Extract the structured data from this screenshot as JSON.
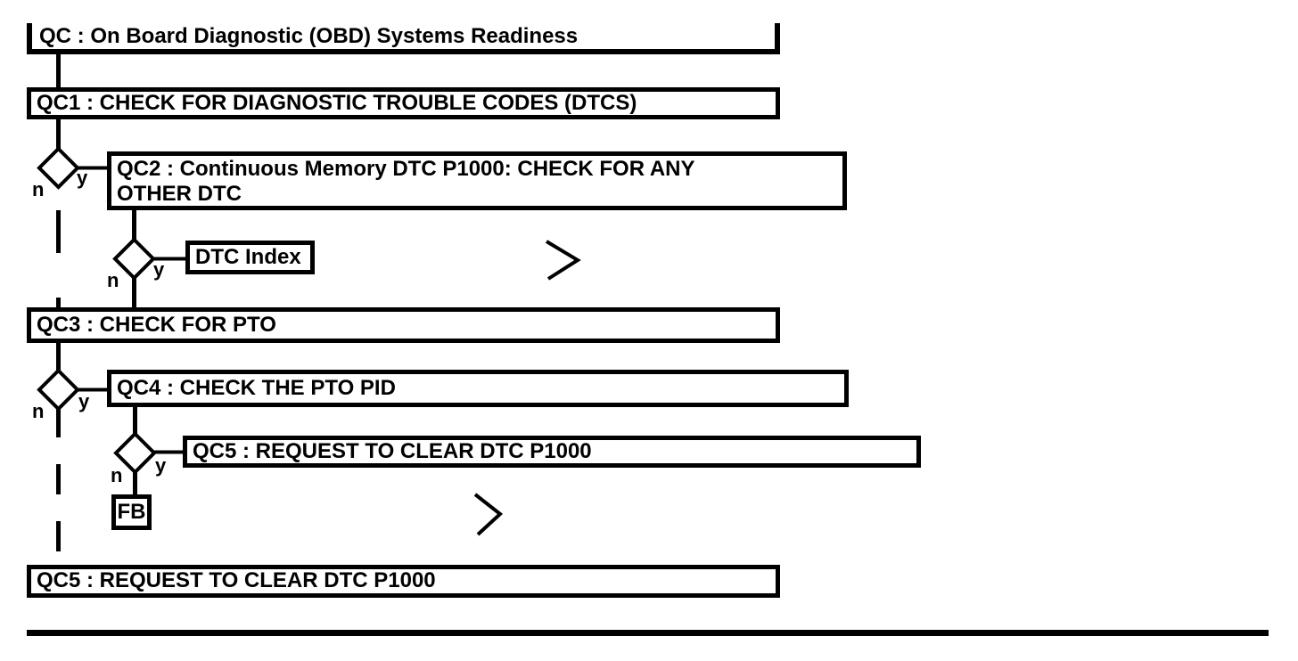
{
  "diagram_title": "QC : On Board Diagnostic (OBD) Systems Readiness",
  "nodes": {
    "qc1": "QC1 : CHECK FOR DIAGNOSTIC TROUBLE CODES (DTCS)",
    "qc2_line1": "QC2 : Continuous Memory DTC P1000: CHECK FOR ANY",
    "qc2_line2": "OTHER DTC",
    "dtc_index": "DTC Index",
    "qc3": "QC3 : CHECK FOR PTO",
    "qc4": "QC4 : CHECK THE PTO PID",
    "qc5_branch": "QC5 : REQUEST TO CLEAR DTC P1000",
    "fb": "FB",
    "qc5_final": "QC5 : REQUEST TO CLEAR DTC P1000"
  },
  "branch_labels": {
    "no": "n",
    "yes": "y"
  },
  "icons": {
    "continuation_chevron": "right-chevron"
  },
  "colors": {
    "ink": "#000000",
    "background": "#ffffff"
  }
}
